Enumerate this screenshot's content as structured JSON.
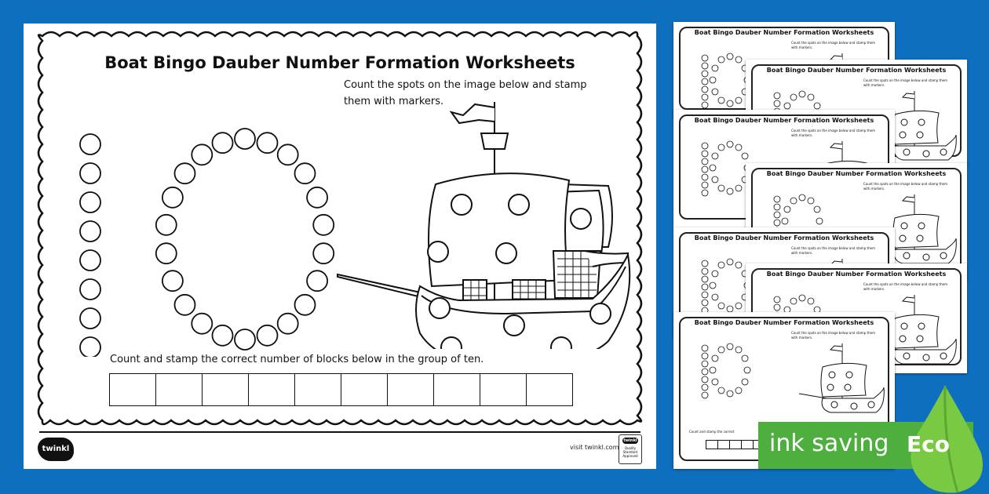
{
  "worksheet": {
    "title": "Boat Bingo Dauber Number Formation Worksheets",
    "instruction_spots": "Count the spots on the image below and stamp them with markers.",
    "instruction_blocks": "Count and stamp the correct number of blocks below in the group of ten.",
    "ten_frame_cells": 10,
    "footer_visit": "visit twinkl.com",
    "footer_logo": "twinkl",
    "badge_brand": "twinkl",
    "badge_text": "Quality Standard Approved"
  },
  "thumbnails": {
    "title": "Boat Bingo Dauber Number Formation Worksheets",
    "instruction": "Count the spots on the image below and stamp them with markers.",
    "partial_instruction": "Count and stamp the correct"
  },
  "eco_banner": {
    "text": "ink saving",
    "label": "Eco",
    "colors": {
      "banner": "#4eae3e",
      "drop": "#7ac943"
    }
  },
  "colors": {
    "background": "#0f6fbf",
    "ink": "#111111",
    "paper": "#ffffff"
  }
}
